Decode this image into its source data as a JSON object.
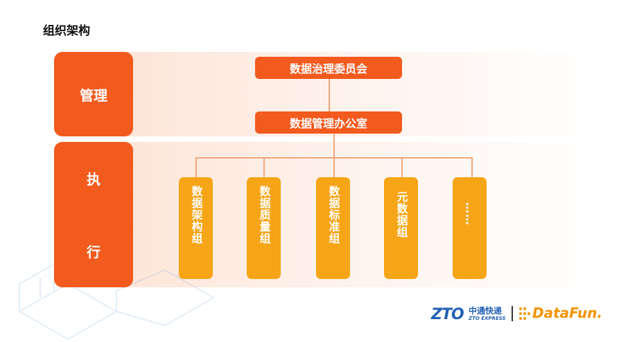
{
  "title": "组织架构",
  "sections": {
    "management": "管理",
    "execution_1": "执",
    "execution_2": "行"
  },
  "nodes": {
    "committee": "数据治理委员会",
    "office": "数据管理办公室"
  },
  "groups": [
    "数据架构组",
    "数据质量组",
    "数据标准组",
    "元数据组",
    "……"
  ],
  "logos": {
    "zto_mark": "ZTO",
    "zto_cn": "中通快递",
    "zto_en": "ZTO EXPRESS",
    "datafun": "DataFun."
  },
  "colors": {
    "primary": "#f25a1e",
    "group": "#f6a516",
    "connector": "#f0a77c"
  }
}
